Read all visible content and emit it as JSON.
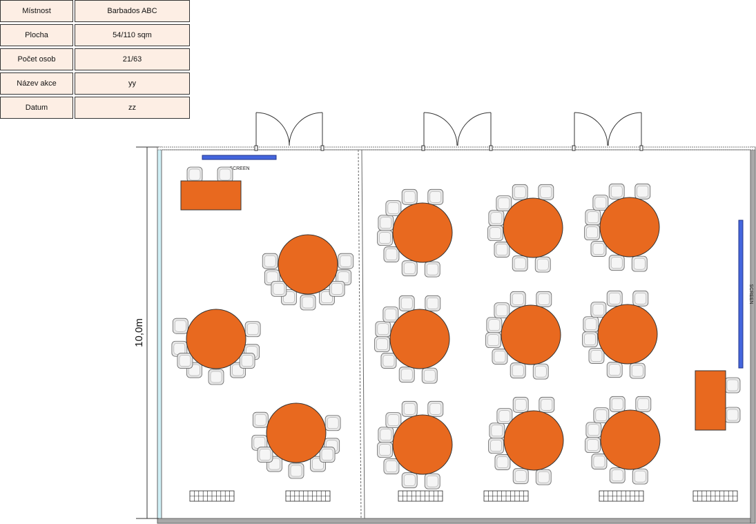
{
  "info_table": [
    {
      "label": "Místnost",
      "value": "Barbados ABC"
    },
    {
      "label": "Plocha",
      "value": "54/110 sqm"
    },
    {
      "label": "Počet osob",
      "value": "21/63"
    },
    {
      "label": "Název akce",
      "value": "yy"
    },
    {
      "label": "Datum",
      "value": "zz"
    }
  ],
  "dimension_label": "10,0m",
  "screen_label_top": "SCREEN",
  "screen_label_right": "SCREEN",
  "colors": {
    "table": "#e8691f",
    "chair": "#e6e6e6",
    "screen": "#4466dd",
    "wall": "#a8a8a8",
    "window": "#cfeff5",
    "header_cell": "#fdeee4"
  }
}
